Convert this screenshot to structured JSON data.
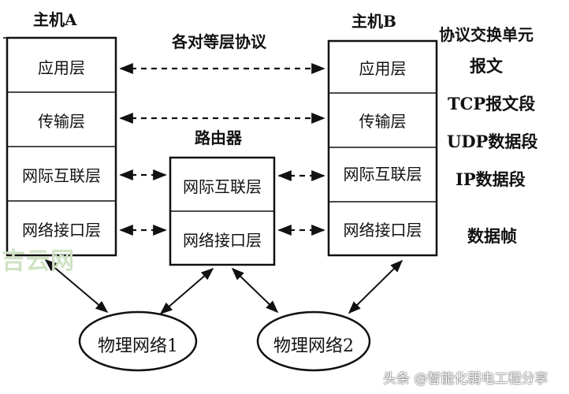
{
  "host_a": {
    "title": "主机A",
    "layers": [
      "应用层",
      "传输层",
      "网际互联层",
      "网络接口层"
    ]
  },
  "host_b": {
    "title": "主机B",
    "layers": [
      "应用层",
      "传输层",
      "网际互联层",
      "网络接口层"
    ]
  },
  "router": {
    "title": "路由器",
    "layers": [
      "网际互联层",
      "网络接口层"
    ]
  },
  "peer_protocol_label": "各对等层协议",
  "pdu": {
    "header": "协议交换单元",
    "items": [
      "报文",
      "TCP报文段",
      "UDP数据段",
      "IP数据段",
      "数据帧"
    ]
  },
  "networks": [
    "物理网络1",
    "物理网络2"
  ],
  "watermark": "吉云网",
  "credit": "头条 @智能化弱电工程分享"
}
